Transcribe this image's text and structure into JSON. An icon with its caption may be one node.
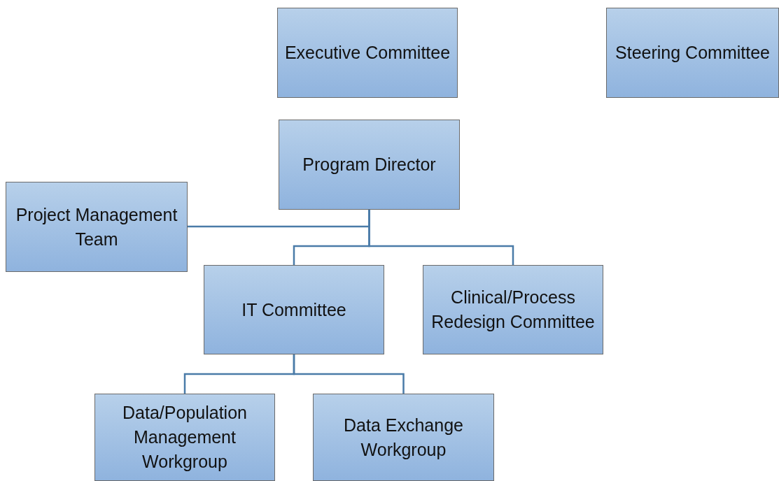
{
  "diagram": {
    "nodes": [
      {
        "text": [
          "Executive Committee"
        ]
      },
      {
        "text": [
          "Steering Committee"
        ]
      },
      {
        "text": [
          "Program Director"
        ]
      },
      {
        "text": [
          "Project Management Team"
        ]
      },
      {
        "text": [
          "IT Committee"
        ]
      },
      {
        "text": [
          "Clinical/Process Redesign Committee"
        ]
      },
      {
        "text": [
          "Data/Population Management Workgroup"
        ]
      },
      {
        "text": [
          "Data Exchange Workgroup"
        ]
      }
    ],
    "edges": [
      {
        "from": 2,
        "to": 3,
        "arrow": "none"
      },
      {
        "from": 2,
        "to": 4,
        "arrow": "none"
      },
      {
        "from": 2,
        "to": 5,
        "arrow": "none"
      },
      {
        "from": 4,
        "to": 6,
        "arrow": "none"
      },
      {
        "from": 4,
        "to": 7,
        "arrow": "none"
      }
    ]
  }
}
